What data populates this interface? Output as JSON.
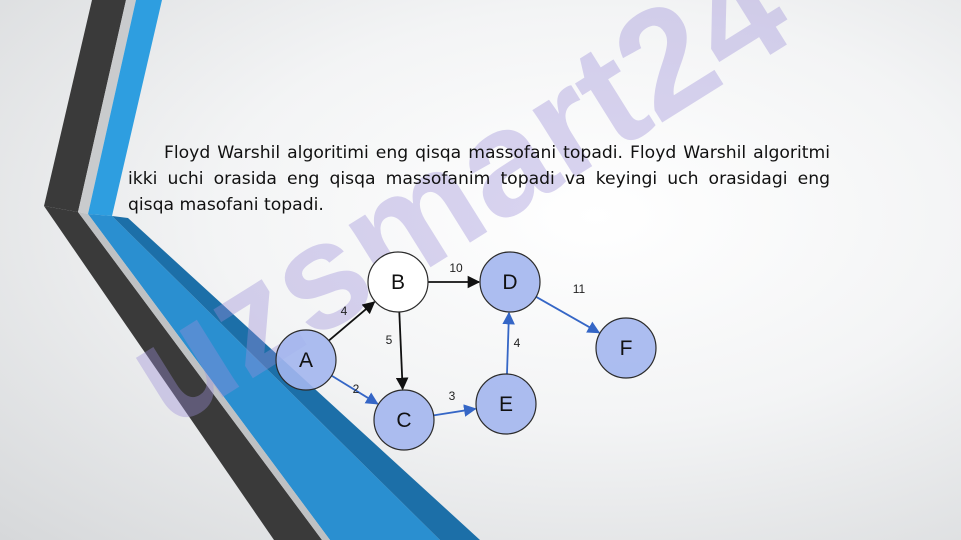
{
  "slide": {
    "paragraph": "Floyd Warshil algoritimi eng qisqa massofani topadi. Floyd Warshil algoritmi ikki uchi orasida eng qisqa massofanim topadi va keyingi uch orasidagi eng qisqa masofani topadi.",
    "watermark": "uzsmart24",
    "colors": {
      "accent_blue": "#2e9ee0",
      "dark_stripe": "#3a3a3a",
      "node_fill": "#a3b6ee",
      "node_white": "#ffffff",
      "blue_edge": "#3566c6"
    }
  },
  "graph": {
    "nodes": [
      {
        "id": "A",
        "fill": "blue"
      },
      {
        "id": "B",
        "fill": "white"
      },
      {
        "id": "C",
        "fill": "blue"
      },
      {
        "id": "D",
        "fill": "blue"
      },
      {
        "id": "E",
        "fill": "blue"
      },
      {
        "id": "F",
        "fill": "blue"
      }
    ],
    "edges": [
      {
        "from": "A",
        "to": "B",
        "weight": "4",
        "color": "black"
      },
      {
        "from": "A",
        "to": "C",
        "weight": "2",
        "color": "blue"
      },
      {
        "from": "B",
        "to": "C",
        "weight": "5",
        "color": "black"
      },
      {
        "from": "B",
        "to": "D",
        "weight": "10",
        "color": "black"
      },
      {
        "from": "C",
        "to": "E",
        "weight": "3",
        "color": "blue"
      },
      {
        "from": "E",
        "to": "D",
        "weight": "4",
        "color": "blue"
      },
      {
        "from": "D",
        "to": "F",
        "weight": "11",
        "color": "blue"
      }
    ]
  }
}
